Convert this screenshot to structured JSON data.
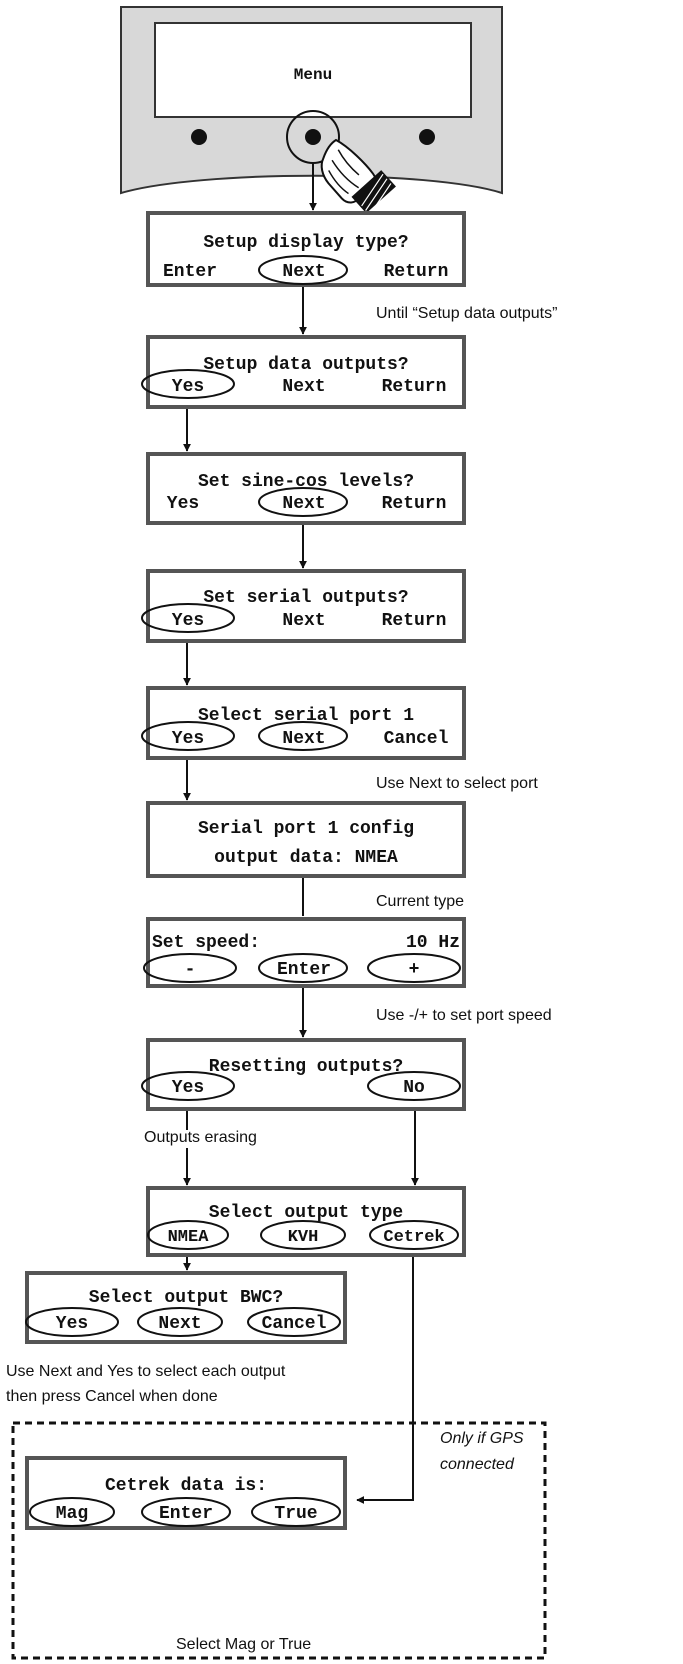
{
  "device": {
    "screen_text": "Menu"
  },
  "screens": [
    {
      "id": "s1",
      "line1": "Setup display type?",
      "btns": [
        "Enter",
        "Next",
        "Return"
      ]
    },
    {
      "id": "s2",
      "line1": "Setup data outputs?",
      "btns": [
        "Yes",
        "Next",
        "Return"
      ]
    },
    {
      "id": "s3",
      "line1": "Set sine-cos levels?",
      "btns": [
        "Yes",
        "Next",
        "Return"
      ]
    },
    {
      "id": "s4",
      "line1": "Set serial outputs?",
      "btns": [
        "Yes",
        "Next",
        "Return"
      ]
    },
    {
      "id": "s5",
      "line1": "Select serial port 1",
      "btns": [
        "Yes",
        "Next",
        "Cancel"
      ]
    },
    {
      "id": "s6",
      "line1": "Serial port 1 config",
      "line2": "output data: NMEA"
    },
    {
      "id": "s7",
      "line1_left": "Set speed:",
      "line1_right": "10 Hz",
      "btns": [
        "-",
        "Enter",
        "+"
      ]
    },
    {
      "id": "s8",
      "line1": "Resetting outputs?",
      "btns": [
        "Yes",
        "No"
      ]
    },
    {
      "id": "s9",
      "line1": "Select output type",
      "btns": [
        "NMEA",
        "KVH",
        "Cetrek"
      ]
    },
    {
      "id": "s10",
      "line1": "Select output BWC?",
      "btns": [
        "Yes",
        "Next",
        "Cancel"
      ]
    },
    {
      "id": "s11",
      "line1": "Cetrek data is:",
      "btns": [
        "Mag",
        "Enter",
        "True"
      ]
    }
  ],
  "notes": {
    "until": "Until “Setup data outputs”",
    "use_next_port": "Use Next to select port",
    "current_type": "Current type",
    "use_minus_plus": "Use -/+ to set port speed",
    "outputs_erasing": "Outputs erasing",
    "select_output_type": "Select output type",
    "use_next_yes_1": "Use Next and Yes to select each output",
    "use_next_yes_2": "then press Cancel when done",
    "only_if_gps_1": "Only if GPS",
    "only_if_gps_2": "connected",
    "select_mag_true": "Select Mag or True"
  },
  "icons": [
    "hand-pointer-icon"
  ]
}
